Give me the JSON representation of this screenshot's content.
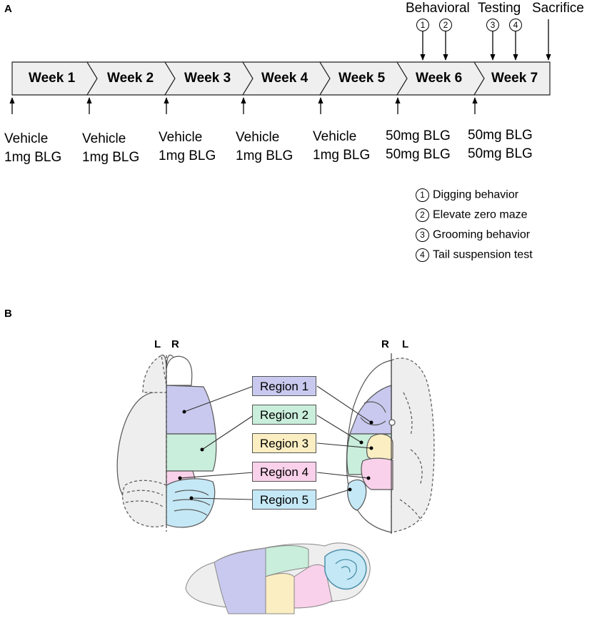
{
  "panel_a": {
    "label": "A",
    "top_labels": {
      "behavioral": "Behavioral",
      "testing": "Testing",
      "sacrifice": "Sacrifice"
    },
    "week_markers": [
      "1",
      "2",
      "3",
      "4"
    ],
    "weeks": [
      "Week 1",
      "Week 2",
      "Week 3",
      "Week 4",
      "Week 5",
      "Week 6",
      "Week 7"
    ],
    "doses": [
      {
        "l1": "Vehicle",
        "l2": "1mg BLG"
      },
      {
        "l1": "Vehicle",
        "l2": "1mg BLG"
      },
      {
        "l1": "Vehicle",
        "l2": "1mg BLG"
      },
      {
        "l1": "Vehicle",
        "l2": "1mg BLG"
      },
      {
        "l1": "Vehicle",
        "l2": "1mg BLG"
      },
      {
        "l1": "50mg BLG",
        "l2": "50mg BLG"
      },
      {
        "l1": "50mg BLG",
        "l2": "50mg BLG"
      }
    ],
    "legend": [
      {
        "num": "1",
        "text": "Digging behavior"
      },
      {
        "num": "2",
        "text": "Elevate zero maze"
      },
      {
        "num": "3",
        "text": "Grooming behavior"
      },
      {
        "num": "4",
        "text": "Tail suspension test"
      }
    ]
  },
  "panel_b": {
    "label": "B",
    "left_brain": {
      "l": "L",
      "r": "R"
    },
    "right_brain": {
      "r": "R",
      "l": "L"
    },
    "regions": [
      {
        "label": "Region 1",
        "color": "#c9c9ef"
      },
      {
        "label": "Region 2",
        "color": "#c9eedb"
      },
      {
        "label": "Region 3",
        "color": "#fbeec2"
      },
      {
        "label": "Region 4",
        "color": "#f9d1ea"
      },
      {
        "label": "Region 5",
        "color": "#c5e8f6"
      }
    ]
  }
}
